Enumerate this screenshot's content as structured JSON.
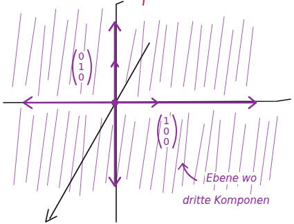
{
  "diagram": {
    "labels": [
      "0 1 0",
      "1 0 0",
      "Ebene wo",
      "dritte Komponen"
    ]
  }
}
